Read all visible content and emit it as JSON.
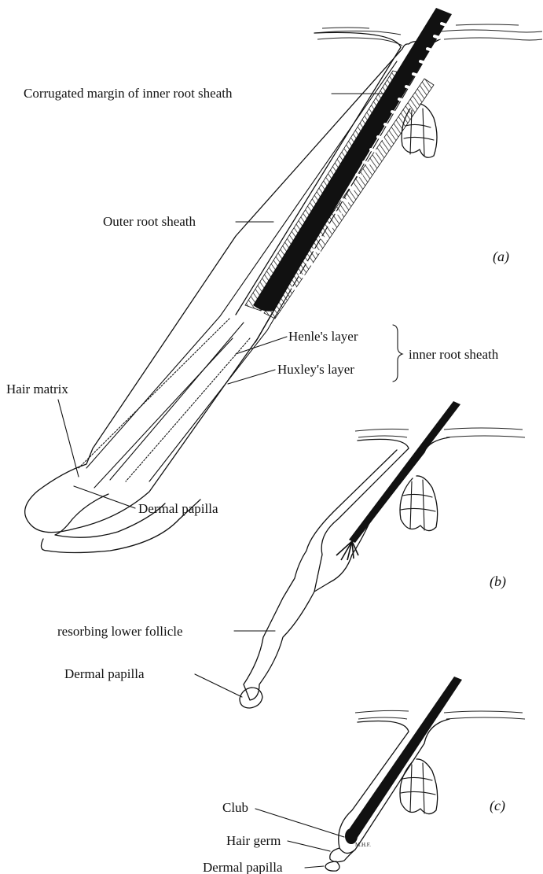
{
  "labels": {
    "corrugated": "Corrugated margin of inner root sheath",
    "outer_root_sheath": "Outer root sheath",
    "henle": "Henle's layer",
    "huxley": "Huxley's layer",
    "inner_root_sheath": "inner root sheath",
    "hair_matrix": "Hair matrix",
    "dermal_papilla_a": "Dermal papilla",
    "resorbing": "resorbing  lower follicle",
    "dermal_papilla_b": "Dermal papilla",
    "club": "Club",
    "hair_germ": "Hair germ",
    "dermal_papilla_c": "Dermal papilla",
    "initials": "M.H.F."
  },
  "panels": {
    "a": "(a)",
    "b": "(b)",
    "c": "(c)"
  }
}
